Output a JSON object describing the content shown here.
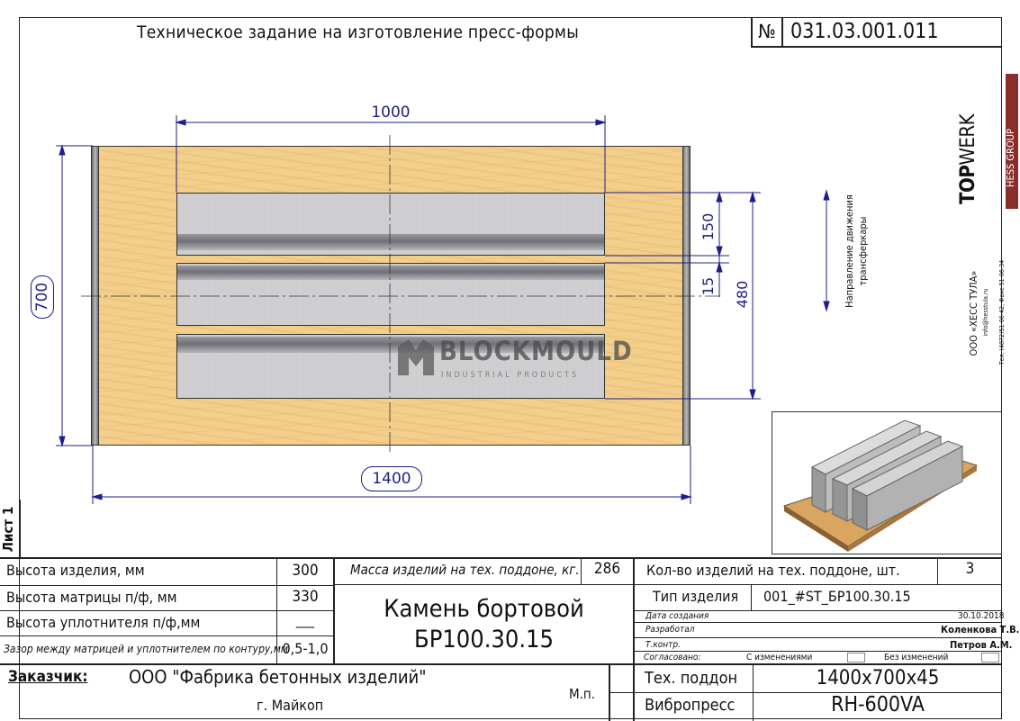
{
  "header": {
    "title": "Техническое задание на изготовление пресс-формы",
    "number_sign": "№",
    "number": "031.03.001.011"
  },
  "drawing": {
    "dim_top": "1000",
    "dim_left": "700",
    "dim_bottom": "1400",
    "dim_150": "150",
    "dim_15": "15",
    "dim_480": "480",
    "direction_line1": "Направление движения",
    "direction_line2": "трансферкары",
    "watermark_main": "BLOCKMOULD",
    "watermark_sub": "INDUSTRIAL PRODUCTS"
  },
  "brand": {
    "top": "TOP",
    "werk": "WERK",
    "group": "HESS GROUP",
    "company": "ООО «ХЕСС ТУЛА»",
    "contacts": "Тел. (4872)51-06-42, Факс 51-06-34",
    "email": "info@hesstula.ru"
  },
  "sheet_label": "Лист 1",
  "specs": [
    {
      "label": "Высота изделия, мм",
      "value": "300"
    },
    {
      "label": "Высота матрицы п/ф, мм",
      "value": "330"
    },
    {
      "label": "Высота уплотнителя п/ф,мм",
      "value": "___"
    },
    {
      "label": "Зазор между матрицей и уплотнителем по контуру,мм",
      "value": "0,5-1,0"
    }
  ],
  "mass": {
    "label": "Масса  изделий на тех. поддоне, кг.",
    "value": "286"
  },
  "count": {
    "label": "Кол-во изделий на тех. поддоне, шт.",
    "value": "3"
  },
  "product": {
    "line1": "Камень бортовой",
    "line2": "БР100.30.15"
  },
  "type": {
    "label": "Тип изделия",
    "value": "001_#ST_БР100.30.15"
  },
  "meta": {
    "created_label": "Дата создания",
    "created_value": "30.10.2018",
    "developer_label": "Разработал",
    "developer_value": "Коленкова Т.В.",
    "control_label": "Т.контр.",
    "control_value": "Петров А.М.",
    "agreed_label": "Согласовано:",
    "with_changes": "С изменениями",
    "without_changes": "Без изменений"
  },
  "customer": {
    "label": "Заказчик:",
    "name": "ООО \"Фабрика бетонных изделий\"",
    "city": "г. Майкоп",
    "stamp": "М.п."
  },
  "pallet": {
    "label": "Тех. поддон",
    "value": "1400х700х45"
  },
  "press": {
    "label": "Вибропресс",
    "value": "RH-600VA"
  }
}
